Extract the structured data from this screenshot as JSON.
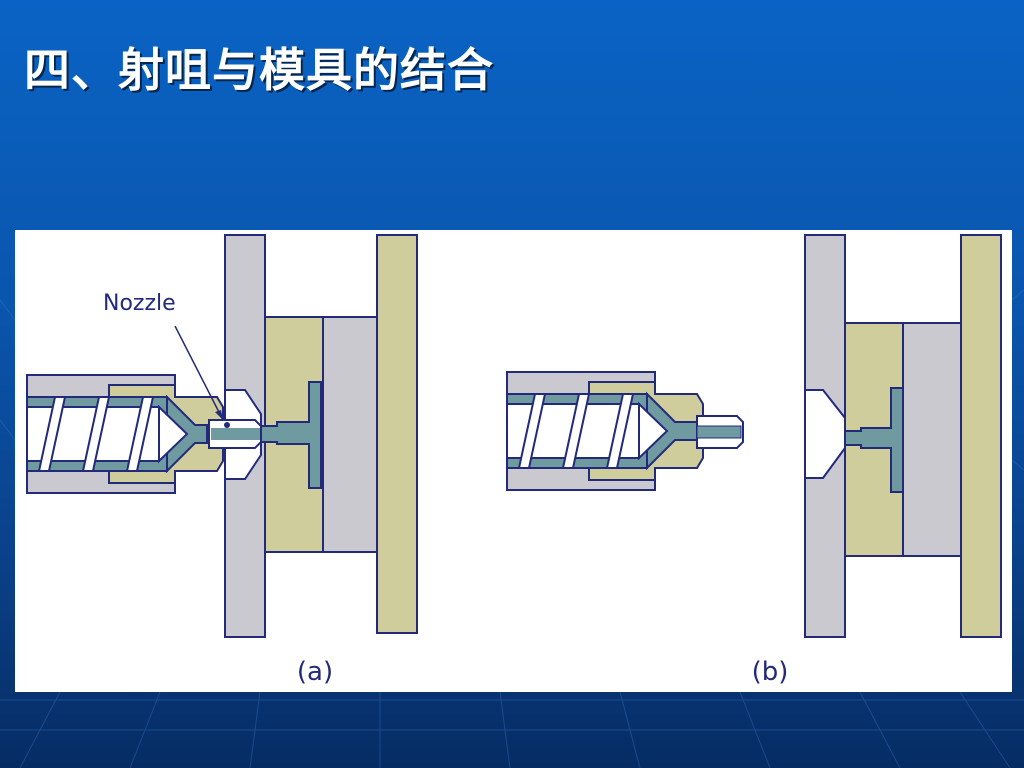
{
  "slide": {
    "title": "四、射咀与模具的结合"
  },
  "figure": {
    "nozzle_label": "Nozzle",
    "caption_a": "(a)",
    "caption_b": "(b)"
  },
  "colors": {
    "background": "#0a55ad",
    "platen": "#c9c9cf",
    "mold": "#cfcd9c",
    "melt": "#6f9ba0",
    "outline": "#232a7a"
  }
}
